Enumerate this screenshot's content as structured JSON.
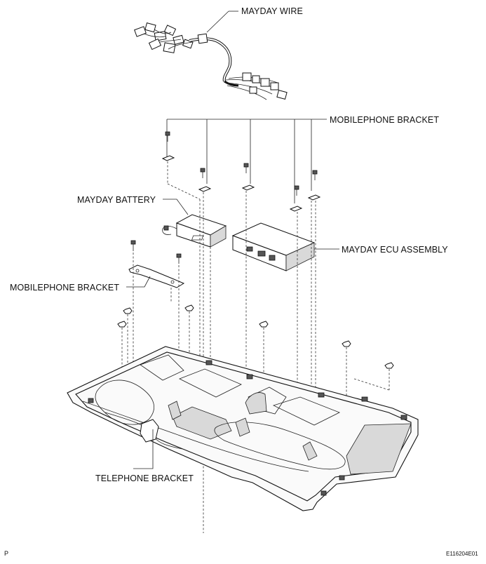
{
  "labels": {
    "mayday_wire": "MAYDAY WIRE",
    "mobilephone_bracket_top": "MOBILEPHONE BRACKET",
    "mayday_battery": "MAYDAY BATTERY",
    "mayday_ecu_assembly": "MAYDAY ECU ASSEMBLY",
    "mobilephone_bracket_left": "MOBILEPHONE BRACKET",
    "telephone_bracket": "TELEPHONE BRACKET"
  },
  "corner": {
    "left": "P",
    "right": "E116204E01"
  }
}
